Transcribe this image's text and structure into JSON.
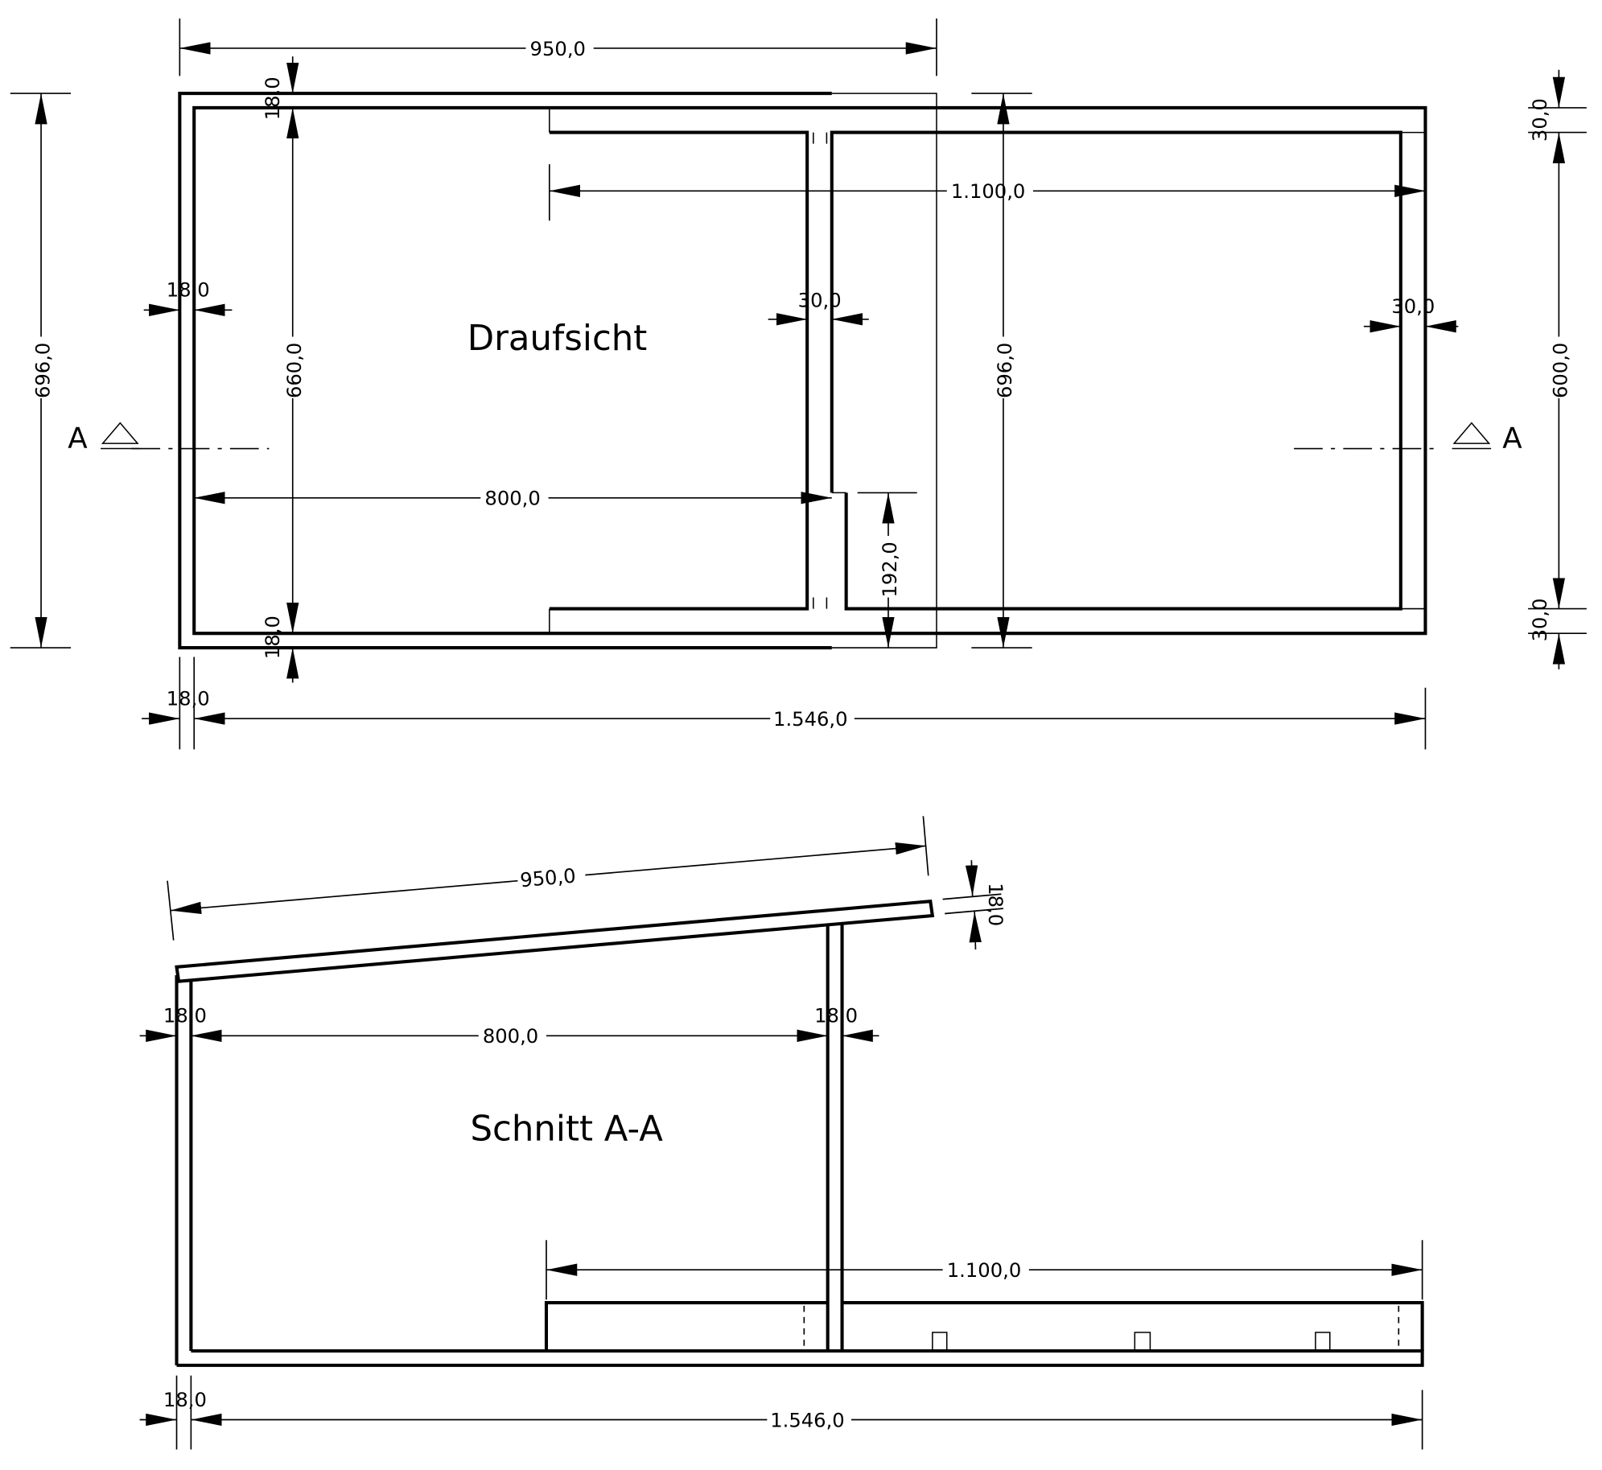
{
  "top_view": {
    "title": "Draufsicht",
    "section_marker_left": "A",
    "section_marker_right": "A",
    "dims": {
      "top_width": "950,0",
      "inner_length": "1.100,0",
      "left_height": "696,0",
      "right_height": "696,0",
      "inner_height": "660,0",
      "top_board": "18,0",
      "bottom_board": "18,0",
      "left_wall": "18,0",
      "divider": "30,0",
      "right_wall": "30,0",
      "inner_width": "800,0",
      "door": "192,0",
      "far_top": "30,0",
      "far_middle": "600,0",
      "far_bottom": "30,0",
      "base_wall": "18,0",
      "total_length": "1.546,0"
    }
  },
  "section_view": {
    "title": "Schnitt A-A",
    "dims": {
      "roof_length": "950,0",
      "roof_thickness": "18,0",
      "left_wall": "18,0",
      "inner_width": "800,0",
      "post": "18,0",
      "base_length": "1.100,0",
      "base_wall": "18,0",
      "total_length": "1.546,0"
    }
  }
}
